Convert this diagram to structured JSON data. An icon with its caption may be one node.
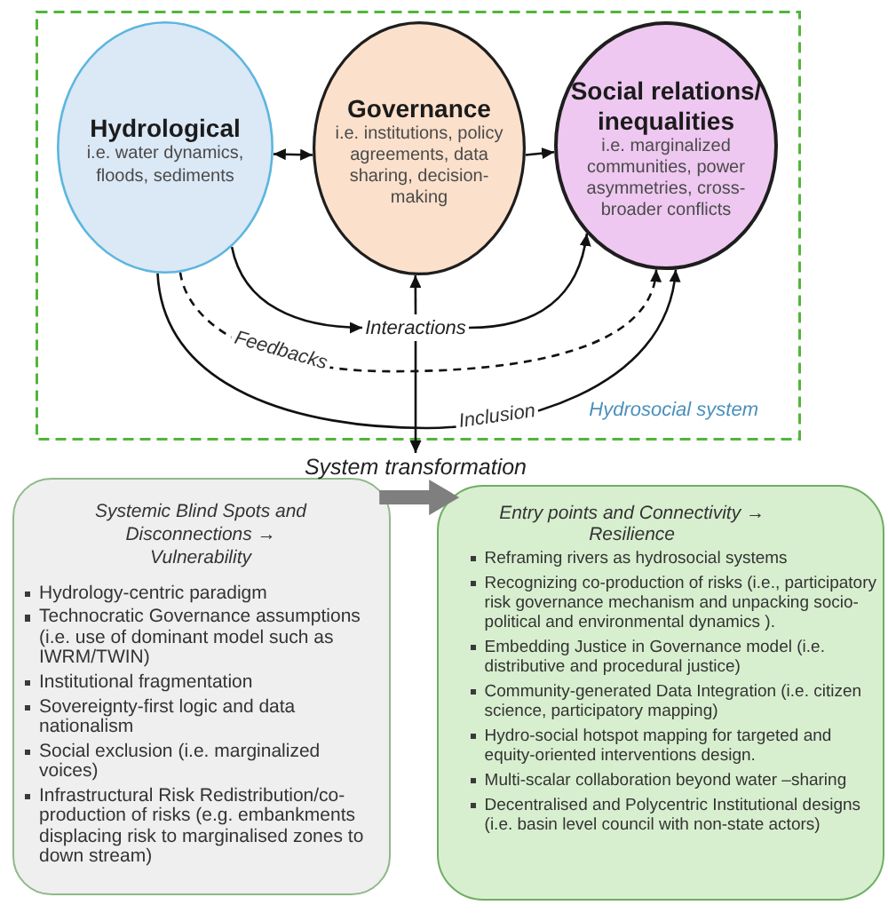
{
  "diagram": {
    "nodes": [
      {
        "text": [
          "Hydrosocial system"
        ]
      },
      {
        "text": [
          "Hydrological",
          "i.e. water dynamics, floods, sediments"
        ],
        "in": 0
      },
      {
        "text": [
          "Governance",
          "i.e. institutions, policy agreements, data sharing, decision-making"
        ],
        "in": 0
      },
      {
        "text": [
          "Social relations/ inequalities",
          "i.e. marginalized communities, power asymmetries, cross-broader conflicts"
        ],
        "in": 0
      },
      {
        "text": [
          "Interactions"
        ],
        "in": 0
      },
      {
        "text": [
          "System transformation"
        ]
      },
      {
        "text": [
          "Systemic Blind Spots and Disconnections → Vulnerability",
          "Hydrology-centric paradigm",
          "Technocratic Governance assumptions (i.e. use of dominant model such as IWRM/TWIN)",
          "Institutional fragmentation",
          "Sovereignty-first logic and data nationalism",
          "Social exclusion (i.e. marginalized voices)",
          "Infrastructural Risk Redistribution/co-production of risks (e.g. embankments displacing risk to marginalised zones to down stream)"
        ]
      },
      {
        "text": [
          "Entry points and Connectivity → Resilience",
          "Reframing rivers as hydrosocial systems",
          "Recognizing co-production of risks (i.e., participatory risk governance mechanism and unpacking socio-political and environmental dynamics ).",
          "Embedding Justice in Governance model (i.e. distributive and procedural justice)",
          "Community-generated Data Integration (i.e. citizen science, participatory mapping)",
          "Hydro-social hotspot mapping for targeted and equity-oriented interventions design.",
          "Multi-scalar collaboration beyond water –sharing",
          "Decentralised and Polycentric Institutional designs (i.e. basin level council with non-state actors)"
        ]
      }
    ],
    "edges": [
      {
        "from": 1,
        "to": 2,
        "arrow": "both"
      },
      {
        "from": 2,
        "to": 3,
        "arrow": "to"
      },
      {
        "from": 1,
        "to": 4,
        "arrow": "to"
      },
      {
        "from": 4,
        "to": 2,
        "arrow": "to"
      },
      {
        "from": 4,
        "to": 3,
        "arrow": "to"
      },
      {
        "from": 1,
        "to": 3,
        "arrow": "to",
        "label": "Feedbacks",
        "style": "dashed"
      },
      {
        "from": 1,
        "to": 3,
        "arrow": "to",
        "label": "Inclusion"
      },
      {
        "from": 4,
        "to": 5,
        "arrow": "to"
      },
      {
        "from": 6,
        "to": 7,
        "arrow": "to",
        "style": "thick",
        "color": "#7f7f7f"
      }
    ]
  }
}
